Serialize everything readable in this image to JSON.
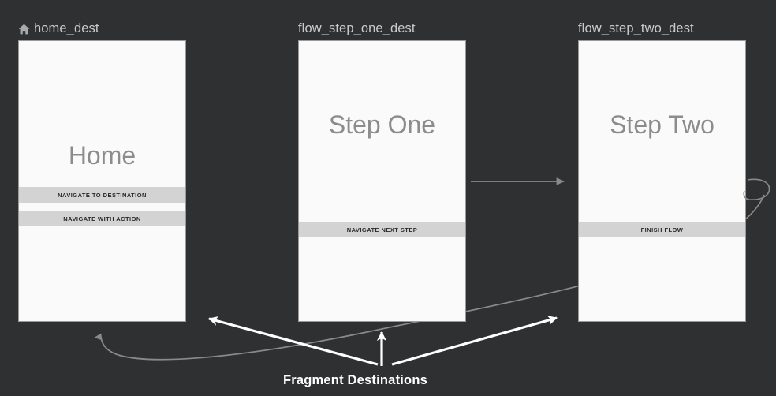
{
  "background_color": "#2f3032",
  "destinations": [
    {
      "id": "home_dest",
      "label": "home_dest",
      "icon": "home-icon",
      "is_start_destination": true,
      "screen": {
        "title": "Home",
        "buttons": [
          {
            "label": "NAVIGATE TO DESTINATION"
          },
          {
            "label": "NAVIGATE WITH ACTION"
          }
        ]
      }
    },
    {
      "id": "flow_step_one_dest",
      "label": "flow_step_one_dest",
      "icon": null,
      "is_start_destination": false,
      "screen": {
        "title": "Step One",
        "buttons": [
          {
            "label": "NAVIGATE NEXT STEP"
          }
        ]
      }
    },
    {
      "id": "flow_step_two_dest",
      "label": "flow_step_two_dest",
      "icon": null,
      "is_start_destination": false,
      "screen": {
        "title": "Step Two",
        "buttons": [
          {
            "label": "FINISH FLOW"
          }
        ]
      }
    }
  ],
  "annotation": {
    "caption": "Fragment Destinations",
    "color": "#ffffff",
    "pointer_count": 3
  },
  "connectors": {
    "color": "#8a8a8a",
    "action_arrow_label": "",
    "items": [
      {
        "from": "flow_step_one_dest",
        "to": "flow_step_two_dest",
        "style": "straight"
      },
      {
        "from": "flow_step_two_dest",
        "to": "flow_step_two_dest",
        "style": "self-loop"
      },
      {
        "from": "flow_step_two_dest",
        "to": "home_dest",
        "style": "curved"
      }
    ]
  }
}
